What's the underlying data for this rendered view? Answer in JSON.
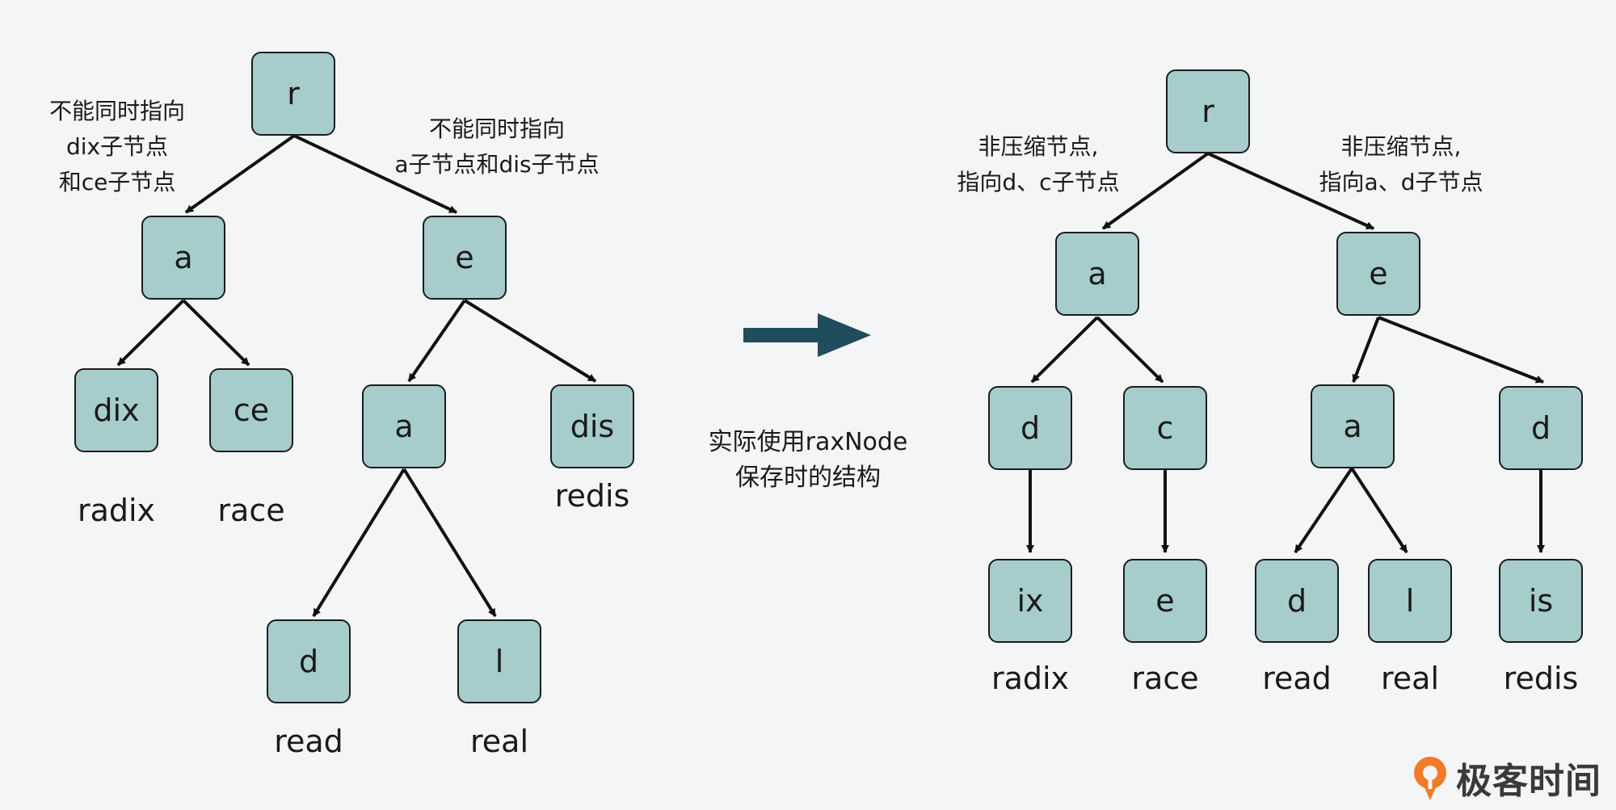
{
  "left_tree": {
    "nodes": {
      "r": "r",
      "a": "a",
      "e": "e",
      "dix": "dix",
      "ce": "ce",
      "a2": "a",
      "dis": "dis",
      "d": "d",
      "l": "l"
    },
    "words": {
      "radix": "radix",
      "race": "race",
      "redis": "redis",
      "read": "read",
      "real": "real"
    },
    "note_left": [
      "不能同时指向",
      "dix子节点",
      "和ce子节点"
    ],
    "note_right": [
      "不能同时指向",
      "a子节点和dis子节点"
    ]
  },
  "middle": {
    "caption": [
      "实际使用raxNode",
      "保存时的结构"
    ],
    "arrow_color": "#1f4d5c"
  },
  "right_tree": {
    "nodes": {
      "r": "r",
      "a": "a",
      "e": "e",
      "d1": "d",
      "c": "c",
      "a2": "a",
      "d2": "d",
      "ix": "ix",
      "e2": "e",
      "d3": "d",
      "l": "l",
      "is": "is"
    },
    "words": {
      "radix": "radix",
      "race": "race",
      "read": "read",
      "real": "real",
      "redis": "redis"
    },
    "note_left": [
      "非压缩节点,",
      "指向d、c子节点"
    ],
    "note_right": [
      "非压缩节点,",
      "指向a、d子节点"
    ]
  },
  "colors": {
    "node_fill": "#a6cccc",
    "node_border": "#1c1c1c",
    "background": "#f4f5f7",
    "logo_orange": "#f07b28"
  },
  "logo": {
    "text": "极客时间",
    "icon": "geektime-logo-icon"
  }
}
